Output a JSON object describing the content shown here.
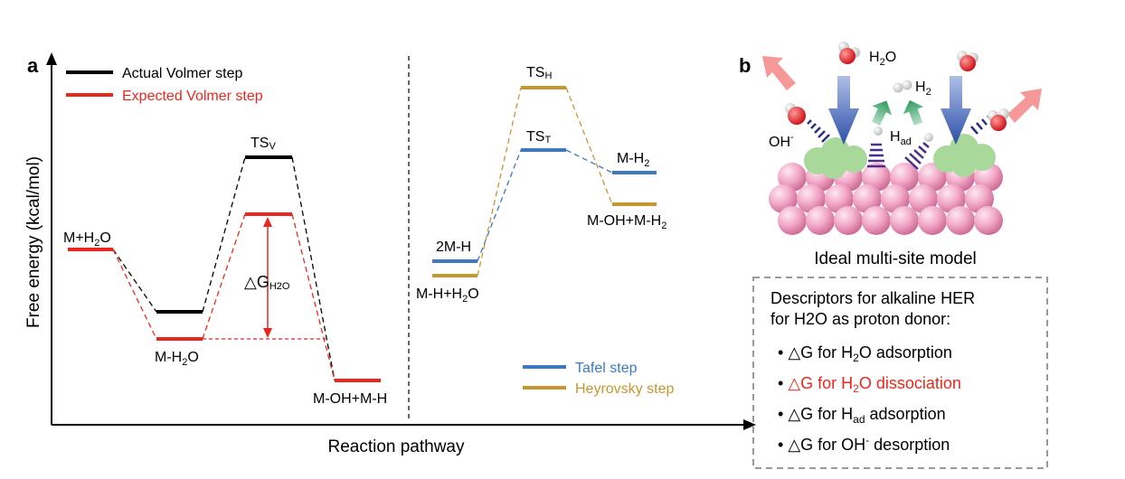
{
  "panel_a": {
    "letter": "a",
    "axis_y": "Free energy (kcal/mol)",
    "axis_x": "Reaction pathway",
    "legend": [
      {
        "label": "Actual Volmer step",
        "color": "#000000"
      },
      {
        "label": "Expected Volmer step",
        "color": "#e8281e"
      }
    ],
    "legend2": [
      {
        "label": "Tafel step",
        "color": "#3d78c0"
      },
      {
        "label": "Heyrovsky step",
        "color": "#c8962e"
      }
    ],
    "states": {
      "start": [
        "M+H",
        "2",
        "O"
      ],
      "mh2o": [
        "M-H",
        "2",
        "O"
      ],
      "tsv": [
        "TS",
        "V",
        ""
      ],
      "dg": [
        "△G",
        "H2O",
        ""
      ],
      "mohmh": [
        "M-OH+M-H",
        "",
        ""
      ],
      "tsh": [
        "TS",
        "H",
        ""
      ],
      "tst": [
        "TS",
        "T",
        ""
      ],
      "mh2": [
        "M-H",
        "2",
        ""
      ],
      "moh_mh2": [
        "M-OH+M-H",
        "2",
        ""
      ],
      "twomh": [
        "2M-H",
        "",
        ""
      ],
      "mhh2o": [
        "M-H+H",
        "2",
        "O"
      ]
    }
  },
  "panel_b": {
    "letter": "b",
    "labels": {
      "h2o": [
        "H",
        "2",
        "O"
      ],
      "h2": [
        "H",
        "2",
        ""
      ],
      "oh": [
        "OH",
        "-",
        ""
      ],
      "had": [
        "H",
        "ad",
        ""
      ]
    },
    "model_caption": "Ideal multi-site model",
    "descriptor_title": [
      "Descriptors for alkaline HER",
      "for H2O as proton donor:"
    ],
    "descriptors": [
      {
        "parts": [
          "△G for H",
          "2",
          "O adsorption"
        ],
        "color": "#000000"
      },
      {
        "parts": [
          "△G for H",
          "2",
          "O dissociation"
        ],
        "color": "#e8281e"
      },
      {
        "parts": [
          "△G for H",
          "ad",
          " adsorption"
        ],
        "color": "#000000"
      },
      {
        "parts": [
          "△G for OH",
          "-",
          " desorption"
        ],
        "color": "#000000"
      }
    ]
  },
  "colors": {
    "black": "#000000",
    "red": "#e8281e",
    "blue": "#3d78c0",
    "gold": "#c8962e",
    "sphere": "#f2a8c8",
    "site": "#a9d99a"
  }
}
